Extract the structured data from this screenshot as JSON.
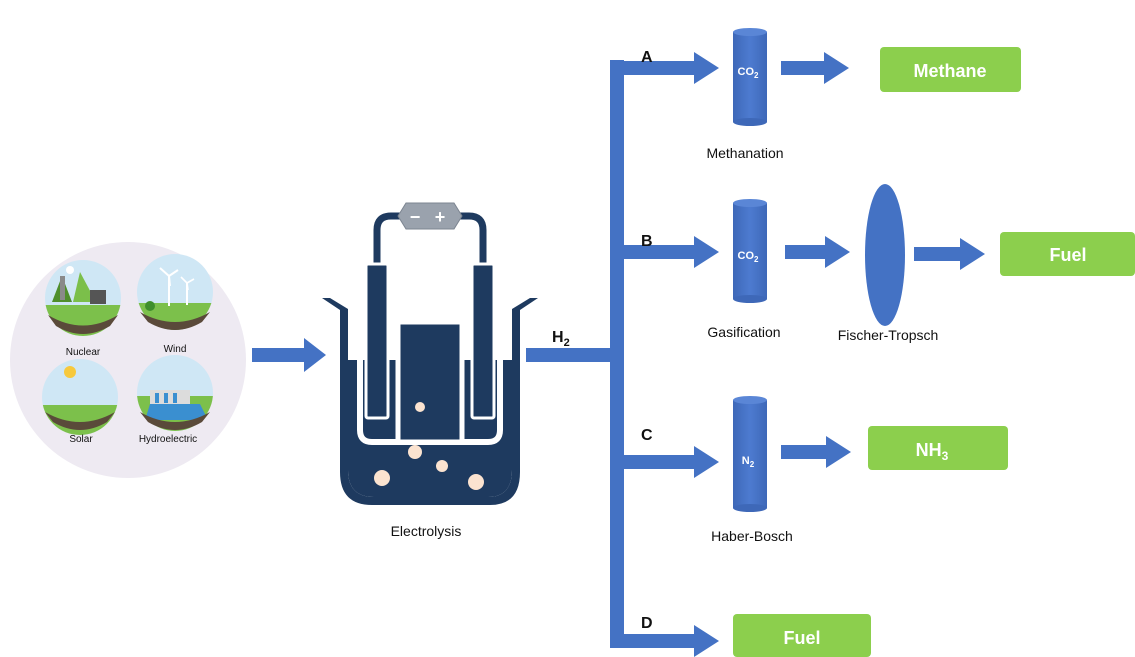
{
  "energy_sources": {
    "nuclear": "Nuclear",
    "wind": "Wind",
    "solar": "Solar",
    "hydro": "Hydroelectric"
  },
  "electrolysis": {
    "label": "Electrolysis",
    "battery_minus": "−",
    "battery_plus": "+"
  },
  "hydrogen": {
    "symbol": "H",
    "sub": "2"
  },
  "branches": {
    "A": {
      "letter": "A",
      "reactant": {
        "symbol": "CO",
        "sub": "2"
      },
      "process": "Methanation",
      "product": "Methane"
    },
    "B": {
      "letter": "B",
      "reactant": {
        "symbol": "CO",
        "sub": "2"
      },
      "process": "Gasification",
      "process2": "Fischer-Tropsch",
      "product": "Fuel"
    },
    "C": {
      "letter": "C",
      "reactant": {
        "symbol": "N",
        "sub": "2"
      },
      "process": "Haber-Bosch",
      "product": {
        "symbol": "NH",
        "sub": "3"
      }
    },
    "D": {
      "letter": "D",
      "product": "Fuel"
    }
  },
  "colors": {
    "arrow_blue": "#4472c4",
    "cylinder_blue": "#4472c4",
    "product_green": "#8ccf4d",
    "beaker_navy": "#1e3a5f",
    "bubble": "#fbe3d0",
    "circle_bg": "#eeeaf2"
  }
}
